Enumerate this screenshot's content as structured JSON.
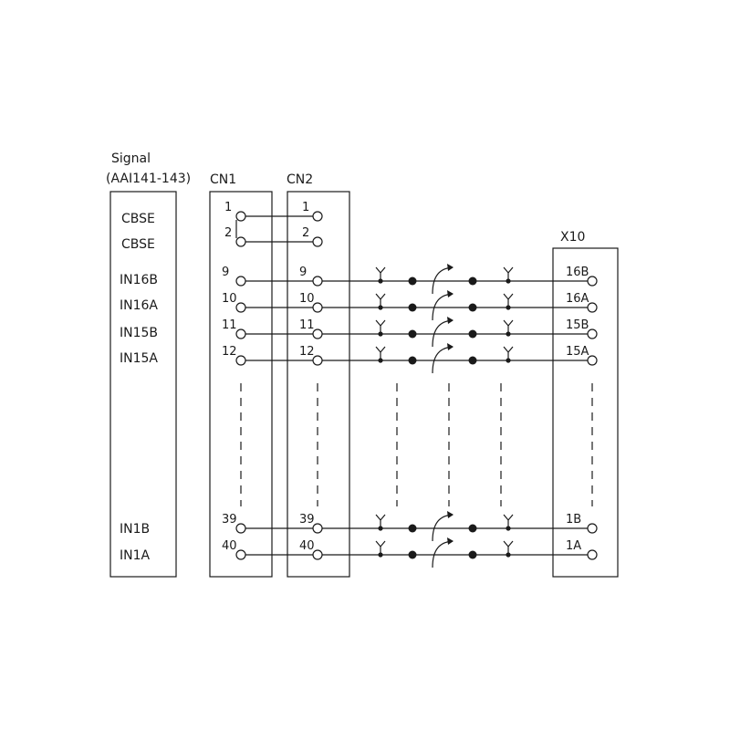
{
  "header": {
    "signal_title": "Signal",
    "signal_model": "(AAI141-143)",
    "cn1_title": "CN1",
    "cn2_title": "CN2",
    "x10_title": "X10"
  },
  "signal_labels": [
    "CBSE",
    "CBSE",
    "IN16B",
    "IN16A",
    "IN15B",
    "IN15A",
    "IN1B",
    "IN1A"
  ],
  "cbse_pins": {
    "cn1": [
      "1",
      "2"
    ],
    "cn2": [
      "1",
      "2"
    ]
  },
  "wired_rows": [
    {
      "cn1": "9",
      "cn2": "9",
      "x10": "16B"
    },
    {
      "cn1": "10",
      "cn2": "10",
      "x10": "16A"
    },
    {
      "cn1": "11",
      "cn2": "11",
      "x10": "15B"
    },
    {
      "cn1": "12",
      "cn2": "12",
      "x10": "15A"
    },
    {
      "cn1": "39",
      "cn2": "39",
      "x10": "1B"
    },
    {
      "cn1": "40",
      "cn2": "40",
      "x10": "1A"
    }
  ]
}
